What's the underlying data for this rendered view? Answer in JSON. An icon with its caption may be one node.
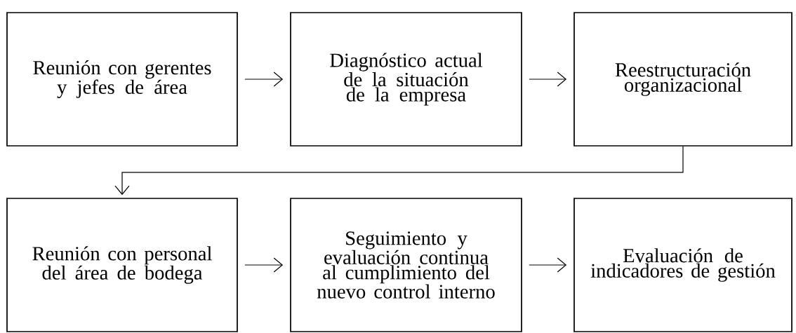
{
  "diagram": {
    "nodes": [
      {
        "text": [
          "Reunión con gerentes y jefes de área"
        ]
      },
      {
        "text": [
          "Diagnóstico actual de la situación de la empresa"
        ]
      },
      {
        "text": [
          "Reestructuración organizacional"
        ]
      },
      {
        "text": [
          "Reunión con personal del área de bodega"
        ]
      },
      {
        "text": [
          "Seguimiento y evaluación continua al cumplimiento del nuevo control interno"
        ]
      },
      {
        "text": [
          "Evaluación de indicadores de gestión"
        ]
      }
    ],
    "edges": [
      {
        "from": 0,
        "to": 1,
        "arrow": "to"
      },
      {
        "from": 1,
        "to": 2,
        "arrow": "to"
      },
      {
        "from": 2,
        "to": 3,
        "arrow": "to"
      },
      {
        "from": 3,
        "to": 4,
        "arrow": "to"
      },
      {
        "from": 4,
        "to": 5,
        "arrow": "to"
      }
    ]
  }
}
